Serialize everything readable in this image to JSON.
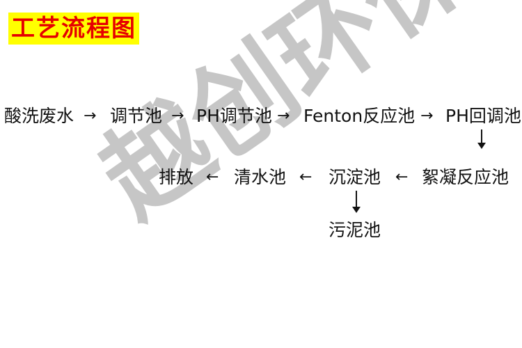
{
  "title": "工艺流程图",
  "watermark": "越创环保",
  "row1": {
    "n1": "酸洗废水",
    "n2": "调节池",
    "n3": "PH调节池",
    "n4": "Fenton反应池",
    "n5": "PH回调池"
  },
  "row2": {
    "n6": "絮凝反应池",
    "n7": "沉淀池",
    "n8": "清水池",
    "n9": "排放"
  },
  "row3": {
    "n10": "污泥池"
  },
  "arrows": {
    "right": "→",
    "left": "←"
  }
}
